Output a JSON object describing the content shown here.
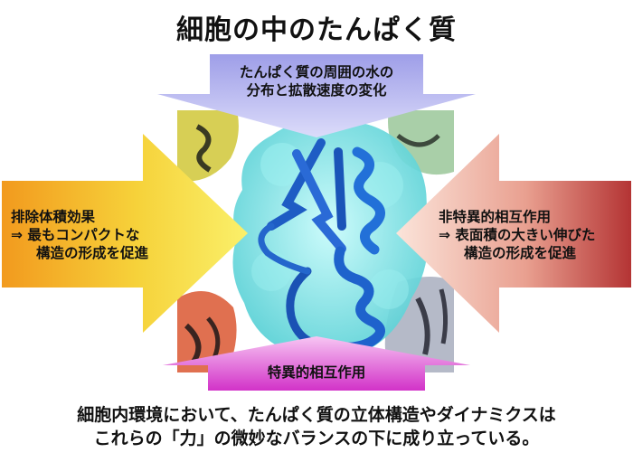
{
  "title": "細胞の中のたんぱく質",
  "arrows": {
    "top": {
      "line1": "たんぱく質の周囲の水の",
      "line2": "分布と拡散速度の変化"
    },
    "left": {
      "line1": "排除体積効果",
      "line2": "⇒ 最もコンパクトな",
      "line3": "構造の形成を促進"
    },
    "right": {
      "line1": "非特異的相互作用",
      "line2": "⇒ 表面積の大きい伸びた",
      "line3": "構造の形成を促進"
    },
    "bottom": {
      "line1": "特異的相互作用"
    }
  },
  "caption": {
    "line1": "細胞内環境において、たんぱく質の立体構造やダイナミクスは",
    "line2": "これらの「力」の微妙なバランスの下に成り立っている。"
  },
  "colors": {
    "top_arrow": "#b4b4f0",
    "left_arrow": "#f0a020",
    "right_arrow": "#b83c3c",
    "bottom_arrow": "#e040d8",
    "protein_surface": "#7fe0e0",
    "protein_ribbon": "#1e60c8"
  }
}
